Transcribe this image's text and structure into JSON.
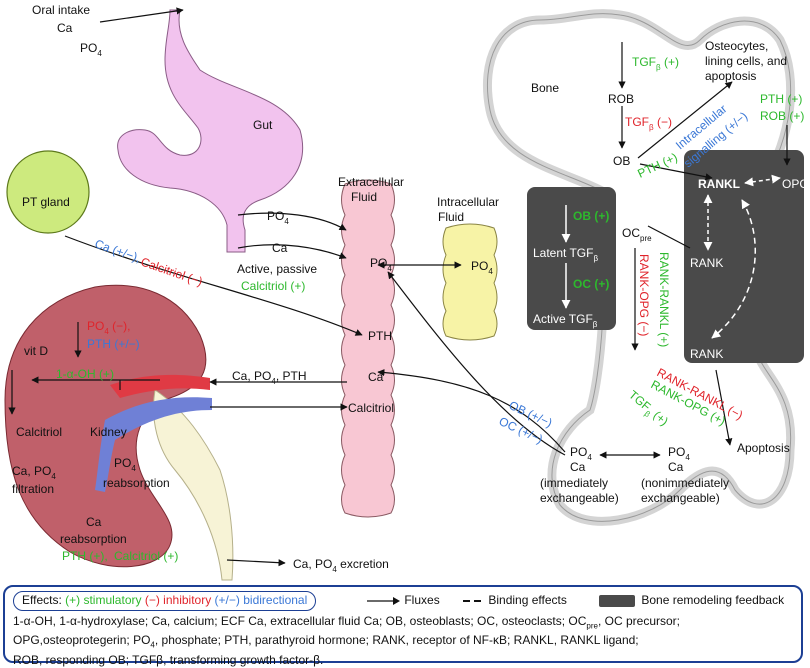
{
  "oral": {
    "title": "Oral intake",
    "ca": "Ca",
    "po4": "PO",
    "po4_sub": "4"
  },
  "gut": {
    "label": "Gut"
  },
  "pt_gland": {
    "label": "PT gland"
  },
  "ecf": {
    "title_1": "Extracellular",
    "title_2": "Fluid",
    "po4": "PO",
    "po4_sub": "4",
    "pth": "PTH",
    "ca": "Ca",
    "calcitriol": "Calcitriol"
  },
  "icf": {
    "title_1": "Intracellular",
    "title_2": "Fluid",
    "po4": "PO",
    "po4_sub": "4"
  },
  "gut_flux": {
    "po4": "PO",
    "po4_sub": "4",
    "ca": "Ca",
    "active_passive": "Active, passive",
    "calcitriol": "Calcitriol (+)"
  },
  "pt_signal": {
    "ca": "Ca (+/−),",
    "calcitriol": "Calcitriol (−)"
  },
  "kidney": {
    "po4_inhib": "PO",
    "po4_inhib_sub": "4",
    "po4_inhib_suffix": " (−),",
    "pth": "PTH (+/−)",
    "vitd": "vit D",
    "one_alpha": "1-α-OH (+)",
    "calcitriol": "Calcitriol",
    "kidney_label": "Kidney",
    "ca_po4": "Ca, PO",
    "ca_po4_sub": "4",
    "filtration": "filtration",
    "reabs_po4": "PO",
    "reabs_po4_sub": "4",
    "reabsorption": "reabsorption",
    "ca_reabs_1": "Ca",
    "ca_reabs_2": "reabsorption",
    "ca_reabs_pth": "PTH (+),",
    "ca_reabs_calcitriol": "Calcitriol (+)",
    "return_flux": "Ca, PO",
    "return_flux_sub": "4",
    "return_flux_suffix": ", PTH",
    "excretion": "Ca, PO",
    "excretion_sub": "4",
    "excretion_suffix": " excretion"
  },
  "bone_panel": {
    "ob_plus": "OB (+)",
    "latent": "Latent TGF",
    "latent_sub": "β",
    "oc_plus": "OC (+)",
    "active": "Active TGF",
    "active_sub": "β"
  },
  "bone": {
    "bone_label": "Bone",
    "tgf_plus": "TGF",
    "tgf_plus_sub": "β",
    "tgf_plus_suffix": " (+)",
    "osteo_1": "Osteocytes,",
    "osteo_2": "lining cells, and",
    "osteo_3": "apoptosis",
    "rob": "ROB",
    "tgf_minus": "TGF",
    "tgf_minus_sub": "β",
    "tgf_minus_suffix": " (−)",
    "ob": "OB",
    "intracell_1": "Intracellular",
    "intracell_2": "signalling (+/−)",
    "pth_ob": "PTH (+)",
    "pth_right": "PTH (+)",
    "rob_right": "ROB (+)",
    "rankl": "RANKL",
    "opg": "OPG",
    "oc_pre": "OC",
    "oc_pre_sub": "pre",
    "rank_mid": "RANK",
    "rank_opg": "RANK-OPG (−)",
    "rank_rankl_plus": "RANK-RANKL (+)",
    "rank_bottom": "RANK",
    "rank_rankl_minus": "RANK-RANKL (−)",
    "rank_opg_plus": "RANK-OPG (+)",
    "tgf_b_plus": "TGF",
    "tgf_b_plus_sub": "β",
    "tgf_b_plus_suffix": " (+)",
    "apoptosis": "Apoptosis",
    "ob_pm": "OB (+/−)",
    "oc_pm": "OC (+/−)",
    "po4_a": "PO",
    "po4_a_sub": "4",
    "ca_a": "Ca",
    "imm_1": "(immediately",
    "imm_2": "exchangeable)",
    "po4_b": "PO",
    "po4_b_sub": "4",
    "ca_b": "Ca",
    "nonimm_1": "(nonimmediately",
    "nonimm_2": "exchangeable)"
  },
  "legend": {
    "effects": "Effects:",
    "stimulatory": "(+) stimulatory",
    "inhibitory": "(−) inhibitory",
    "bidirectional": "(+/−) bidirectional",
    "fluxes": "Fluxes",
    "binding": "Binding effects",
    "remodeling": "Bone remodeling feedback",
    "abbrev_1": "1-α-OH, 1-α-hydroxylase; Ca, calcium; ECF Ca, extracellular fluid Ca; OB, osteoblasts; OC, osteoclasts; OC",
    "abbrev_1_sub": "pre",
    "abbrev_1_tail": ", OC precursor;",
    "abbrev_2": "OPG,osteoprotegerin; PO",
    "abbrev_2_sub": "4",
    "abbrev_2_tail": ", phosphate; PTH, parathyroid hormone; RANK, receptor of NF-κB; RANKL, RANKL ligand;",
    "abbrev_3": "ROB, responding OB; TGFβ, transforming growth factor-β."
  },
  "colors": {
    "stimulatory": "#2db82d",
    "inhibitory": "#e0242b",
    "bidirectional": "#3b78d6",
    "panel": "#4a4a4a",
    "ecf_fill": "#f8c7d3",
    "icf_fill": "#f7f3a6",
    "gut_fill": "#f2c3ee",
    "kidney_fill": "#c0606a",
    "pt_fill": "#cdea7e",
    "border": "#1c3f94"
  }
}
